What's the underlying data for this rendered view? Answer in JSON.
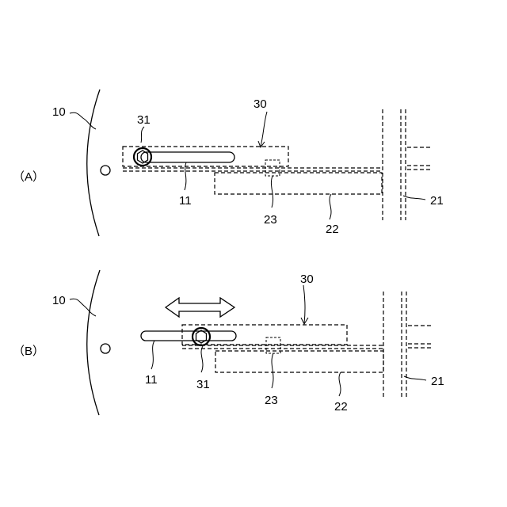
{
  "panels": {
    "a": {
      "label": "（A）",
      "refs": {
        "r10": "10",
        "r31": "31",
        "r30": "30",
        "r11": "11",
        "r23": "23",
        "r22": "22",
        "r21": "21"
      }
    },
    "b": {
      "label": "（B）",
      "refs": {
        "r10": "10",
        "r30": "30",
        "r11": "11",
        "r31": "31",
        "r23": "23",
        "r22": "22",
        "r21": "21"
      }
    }
  }
}
